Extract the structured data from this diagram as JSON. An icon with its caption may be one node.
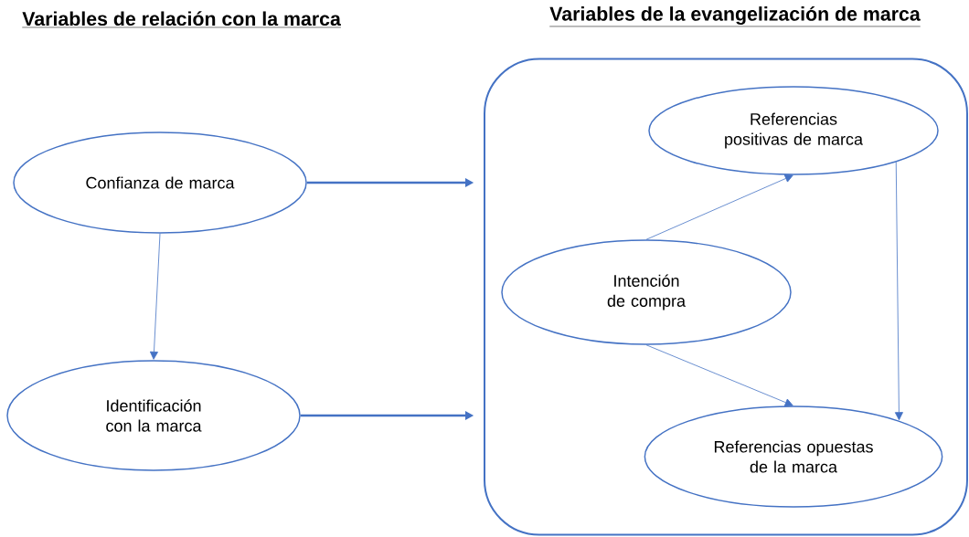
{
  "diagram": {
    "nodes": [
      {
        "text": [
          "Confianza de marca"
        ]
      },
      {
        "text": [
          "Identificación con la marca"
        ]
      },
      {
        "text": [
          "Variables de la evangelización de marca"
        ]
      },
      {
        "text": [
          "Referencias positivas de marca"
        ],
        "in": 2
      },
      {
        "text": [
          "Intención de compra"
        ],
        "in": 2
      },
      {
        "text": [
          "Referencias opuestas de la marca"
        ],
        "in": 2
      }
    ],
    "edges": [
      {
        "from": 0,
        "to": 2,
        "arrow": "to",
        "style": "thick"
      },
      {
        "from": 0,
        "to": 1,
        "arrow": "to"
      },
      {
        "from": 1,
        "to": 2,
        "arrow": "to",
        "style": "thick"
      },
      {
        "from": 4,
        "to": 3,
        "arrow": "to"
      },
      {
        "from": 4,
        "to": 5,
        "arrow": "to"
      },
      {
        "from": 3,
        "to": 5,
        "arrow": "to"
      }
    ],
    "labels": [
      "Variables de relación con la marca"
    ]
  }
}
